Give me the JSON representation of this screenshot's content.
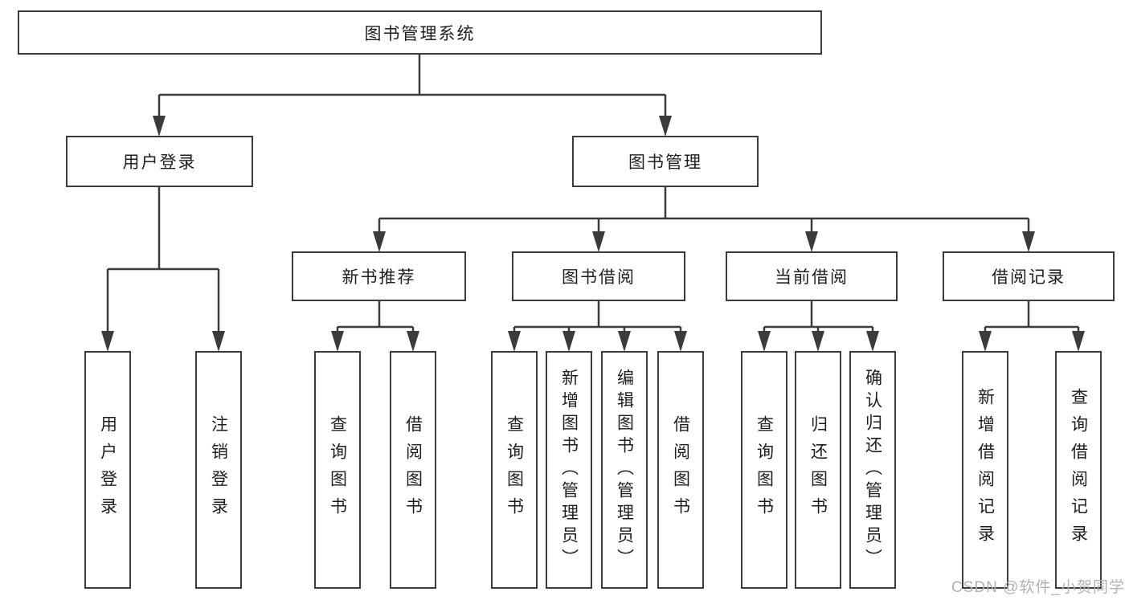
{
  "diagram": {
    "type": "tree",
    "root": {
      "label": "图书管理系统"
    },
    "level2": [
      {
        "id": "user-login",
        "label": "用户登录",
        "parent": "图书管理系统"
      },
      {
        "id": "book-management",
        "label": "图书管理",
        "parent": "图书管理系统"
      }
    ],
    "level3": [
      {
        "id": "new-book-recommend",
        "label": "新书推荐",
        "parent": "图书管理"
      },
      {
        "id": "book-borrow",
        "label": "图书借阅",
        "parent": "图书管理"
      },
      {
        "id": "current-borrow",
        "label": "当前借阅",
        "parent": "图书管理"
      },
      {
        "id": "borrow-records",
        "label": "借阅记录",
        "parent": "图书管理"
      }
    ],
    "leaves": [
      {
        "id": "leaf-user-login",
        "label": "用户登录",
        "parent": "用户登录"
      },
      {
        "id": "leaf-logout",
        "label": "注销登录",
        "parent": "用户登录"
      },
      {
        "id": "leaf-query-book-1",
        "label": "查询图书",
        "parent": "新书推荐"
      },
      {
        "id": "leaf-borrow-book-1",
        "label": "借阅图书",
        "parent": "新书推荐"
      },
      {
        "id": "leaf-query-book-2",
        "label": "查询图书",
        "parent": "图书借阅"
      },
      {
        "id": "leaf-add-book",
        "label": "新增图书（管理员）",
        "parent": "图书借阅"
      },
      {
        "id": "leaf-edit-book",
        "label": "编辑图书（管理员）",
        "parent": "图书借阅"
      },
      {
        "id": "leaf-borrow-book-2",
        "label": "借阅图书",
        "parent": "图书借阅"
      },
      {
        "id": "leaf-query-book-3",
        "label": "查询图书",
        "parent": "当前借阅"
      },
      {
        "id": "leaf-return-book",
        "label": "归还图书",
        "parent": "当前借阅"
      },
      {
        "id": "leaf-confirm-return",
        "label": "确认归还（管理员）",
        "parent": "当前借阅"
      },
      {
        "id": "leaf-add-borrow-rec",
        "label": "新增借阅记录",
        "parent": "借阅记录"
      },
      {
        "id": "leaf-query-borrow-rec",
        "label": "查询借阅记录",
        "parent": "借阅记录"
      }
    ]
  },
  "watermark": {
    "text": "CSDN @软件_小贺同学"
  },
  "colors": {
    "line": "#3b3b3b",
    "box_border": "#3b3b3b",
    "text": "#1e1e1e",
    "watermark": "#b2b2b2",
    "background": "#ffffff"
  }
}
